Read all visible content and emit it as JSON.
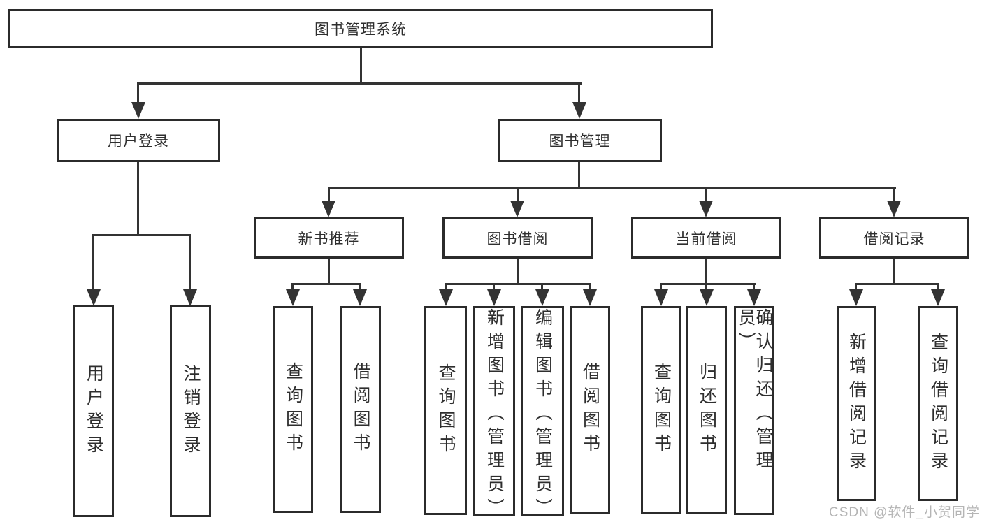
{
  "diagram": {
    "title": "图书管理系统",
    "watermark": "CSDN @软件_小贺同学",
    "colors": {
      "line": "#333333",
      "box_border": "#2b2b2b",
      "text": "#2e2e2e",
      "watermark": "#b5b5b5",
      "background": "#ffffff"
    },
    "tree": {
      "label": "图书管理系统",
      "children": [
        {
          "label": "用户登录",
          "children": [
            {
              "label": "用户登录"
            },
            {
              "label": "注销登录"
            }
          ]
        },
        {
          "label": "图书管理",
          "children": [
            {
              "label": "新书推荐",
              "children": [
                {
                  "label": "查询图书"
                },
                {
                  "label": "借阅图书"
                }
              ]
            },
            {
              "label": "图书借阅",
              "children": [
                {
                  "label": "查询图书"
                },
                {
                  "label": "新增图书（管理员）"
                },
                {
                  "label": "编辑图书（管理员）"
                },
                {
                  "label": "借阅图书"
                }
              ]
            },
            {
              "label": "当前借阅",
              "children": [
                {
                  "label": "查询图书"
                },
                {
                  "label": "归还图书"
                },
                {
                  "label": "确认归还（管理员）"
                }
              ]
            },
            {
              "label": "借阅记录",
              "children": [
                {
                  "label": "新增借阅记录"
                },
                {
                  "label": "查询借阅记录"
                }
              ]
            }
          ]
        }
      ]
    }
  }
}
